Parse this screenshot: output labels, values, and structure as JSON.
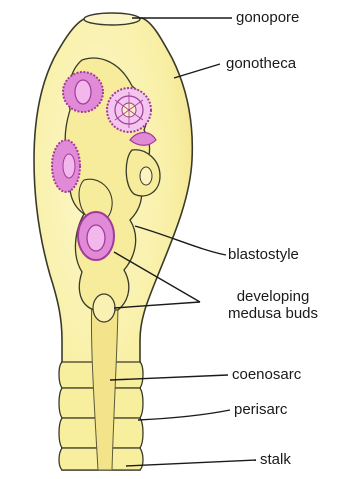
{
  "labels": {
    "gonopore": "gonopore",
    "gonotheca": "gonotheca",
    "blastostyle": "blastostyle",
    "developing_line1": "developing",
    "developing_line2": "medusa buds",
    "coenosarc": "coenosarc",
    "perisarc": "perisarc",
    "stalk": "stalk"
  },
  "colors": {
    "gonotheca_fill": "#fbf3b0",
    "stalk_fill": "#f7ee9e",
    "outline": "#3a3a2a",
    "bud_pink": "#e08ad8",
    "bud_pink_dark": "#a23a9a",
    "leader_line": "#1a1a1a"
  }
}
